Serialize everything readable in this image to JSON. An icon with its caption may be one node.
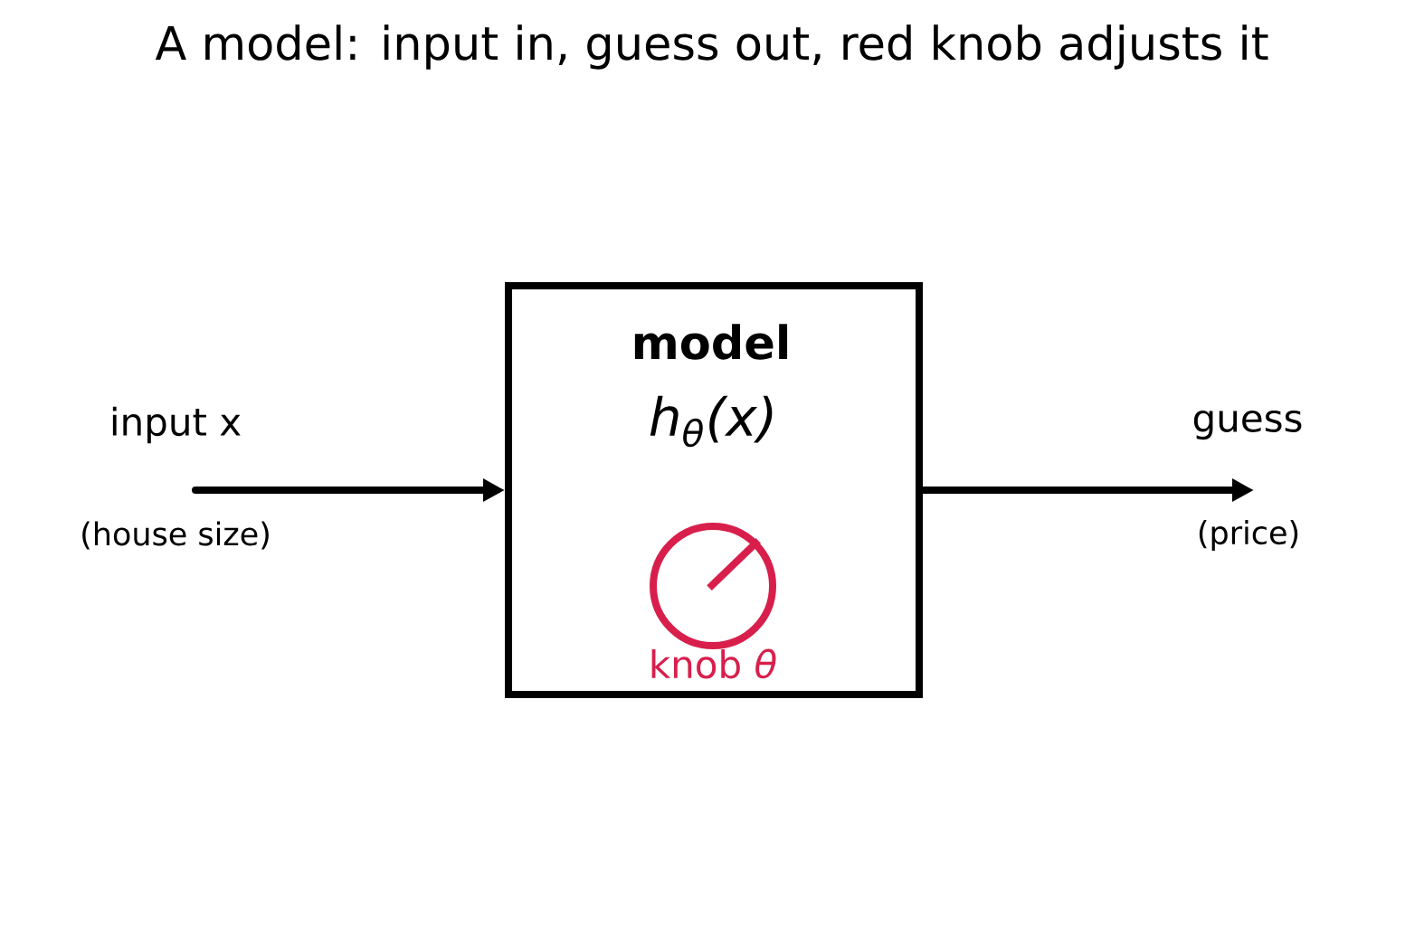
{
  "diagram": {
    "title": "A model: input in, guess out, red knob adjusts it",
    "nodes": [
      {
        "text": [
          "input x"
        ],
        "beside": [
          "(house size)"
        ]
      },
      {
        "text": [
          "model",
          "h$_{θ}$(x)"
        ]
      },
      {
        "text": [
          "knob *θ*"
        ],
        "in": 1
      },
      {
        "text": [
          "guess"
        ],
        "beside": [
          "(price)"
        ]
      }
    ],
    "edges": [
      {
        "from": 0,
        "to": 1,
        "arrow": "to"
      },
      {
        "from": 1,
        "to": 3,
        "arrow": "to"
      }
    ]
  }
}
